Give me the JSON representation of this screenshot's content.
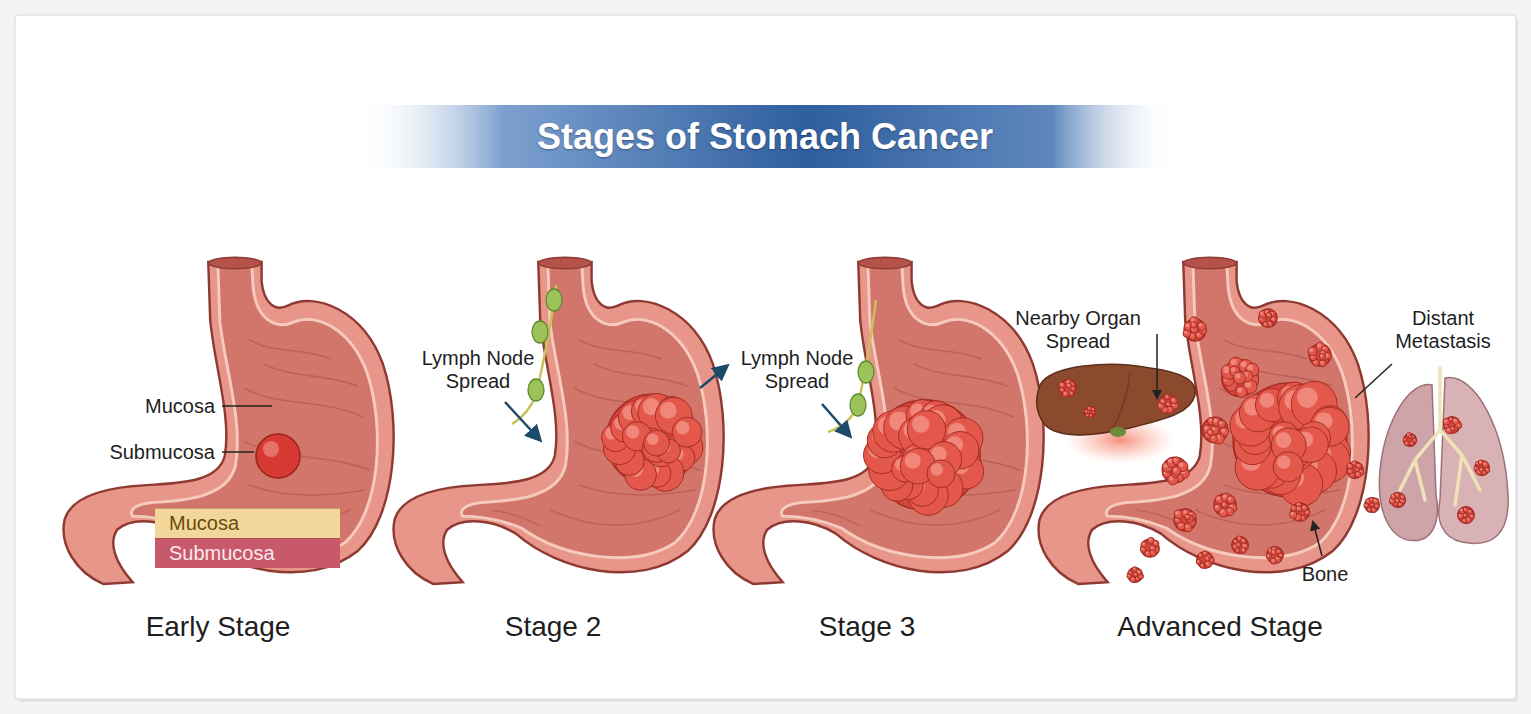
{
  "diagram": {
    "title": "Stages of Stomach Cancer",
    "nodes": [
      {
        "text": [
          "Mucosa"
        ]
      },
      {
        "text": [
          "Submucosa"
        ]
      }
    ],
    "labels": [
      "Mucosa",
      "Submucosa",
      "Lymph Node Spread",
      "Lymph Node Spread",
      "Nearby Organ Spread",
      "Distant Metastasis",
      "Bone",
      "Early Stage",
      "Stage 2",
      "Stage 3",
      "Advanced Stage"
    ]
  }
}
